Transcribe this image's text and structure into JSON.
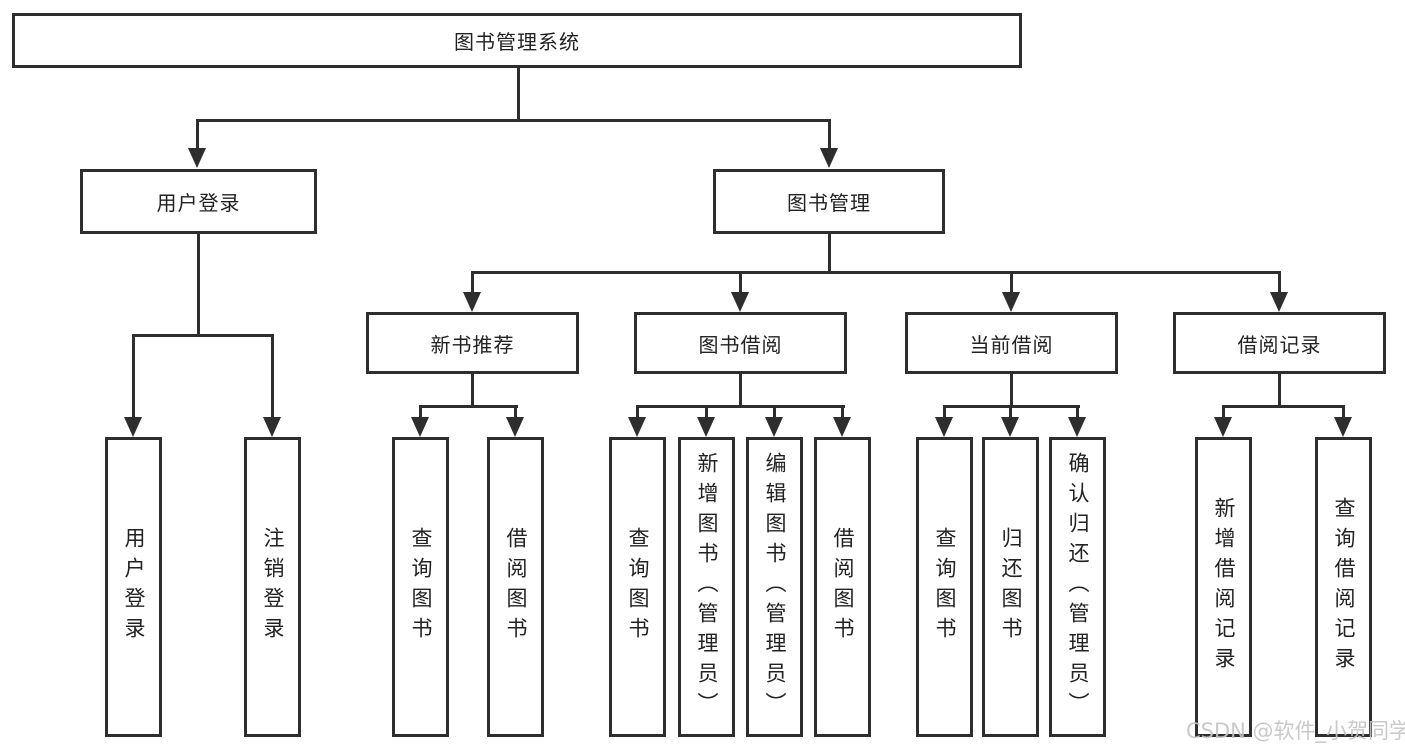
{
  "watermark": {
    "text": "CSDN @软件_小贺同学"
  },
  "colors": {
    "line": "#2e2e2e",
    "box_border": "#2e2e2e",
    "text": "#222222",
    "background": "#ffffff",
    "watermark": "#c4c4c4"
  },
  "tree": {
    "root": {
      "label": "图书管理系统",
      "children": [
        {
          "label": "用户登录",
          "children": [
            {
              "label": "用户登录"
            },
            {
              "label": "注销登录"
            }
          ]
        },
        {
          "label": "图书管理",
          "children": [
            {
              "label": "新书推荐",
              "children": [
                {
                  "label": "查询图书"
                },
                {
                  "label": "借阅图书"
                }
              ]
            },
            {
              "label": "图书借阅",
              "children": [
                {
                  "label": "查询图书"
                },
                {
                  "label": "新增图书（管理员）"
                },
                {
                  "label": "编辑图书（管理员）"
                },
                {
                  "label": "借阅图书"
                }
              ]
            },
            {
              "label": "当前借阅",
              "children": [
                {
                  "label": "查询图书"
                },
                {
                  "label": "归还图书"
                },
                {
                  "label": "确认归还（管理员）"
                }
              ]
            },
            {
              "label": "借阅记录",
              "children": [
                {
                  "label": "新增借阅记录"
                },
                {
                  "label": "查询借阅记录"
                }
              ]
            }
          ]
        }
      ]
    }
  }
}
